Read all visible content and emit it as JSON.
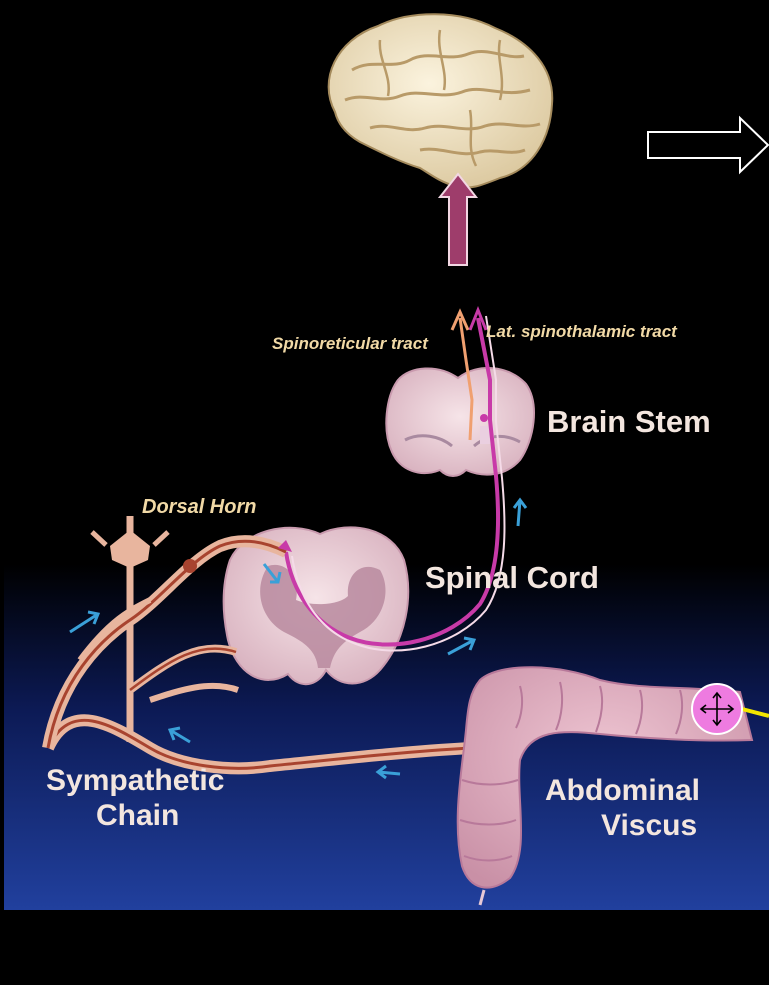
{
  "labels": {
    "spinoreticular_tract": "Spinoreticular tract",
    "lat_spinothalamic_tract": "Lat. spinothalamic tract",
    "brain_stem": "Brain Stem",
    "dorsal_horn": "Dorsal Horn",
    "spinal_cord": "Spinal Cord",
    "sympathetic_chain_line1": "Sympathetic",
    "sympathetic_chain_line2": "Chain",
    "abdominal_viscus_line1": "Abdominal",
    "abdominal_viscus_line2": "Viscus"
  },
  "colors": {
    "background_top": "#000000",
    "background_bottom": "#1f3f9c",
    "nerve": "#c15f4d",
    "tract_magenta": "#c83aa8",
    "tract_orange": "#f0a070",
    "brain": "#efe4c9",
    "upward_arrow": "#9e3d6b",
    "flow_arrow": "#3aa0d8",
    "control_handle": "#ee7be0",
    "connector_line": "#f2e600"
  },
  "icons": {
    "brain": "brain-icon",
    "next": "outline-right-arrow-icon",
    "move_handle": "move-handle-icon"
  }
}
